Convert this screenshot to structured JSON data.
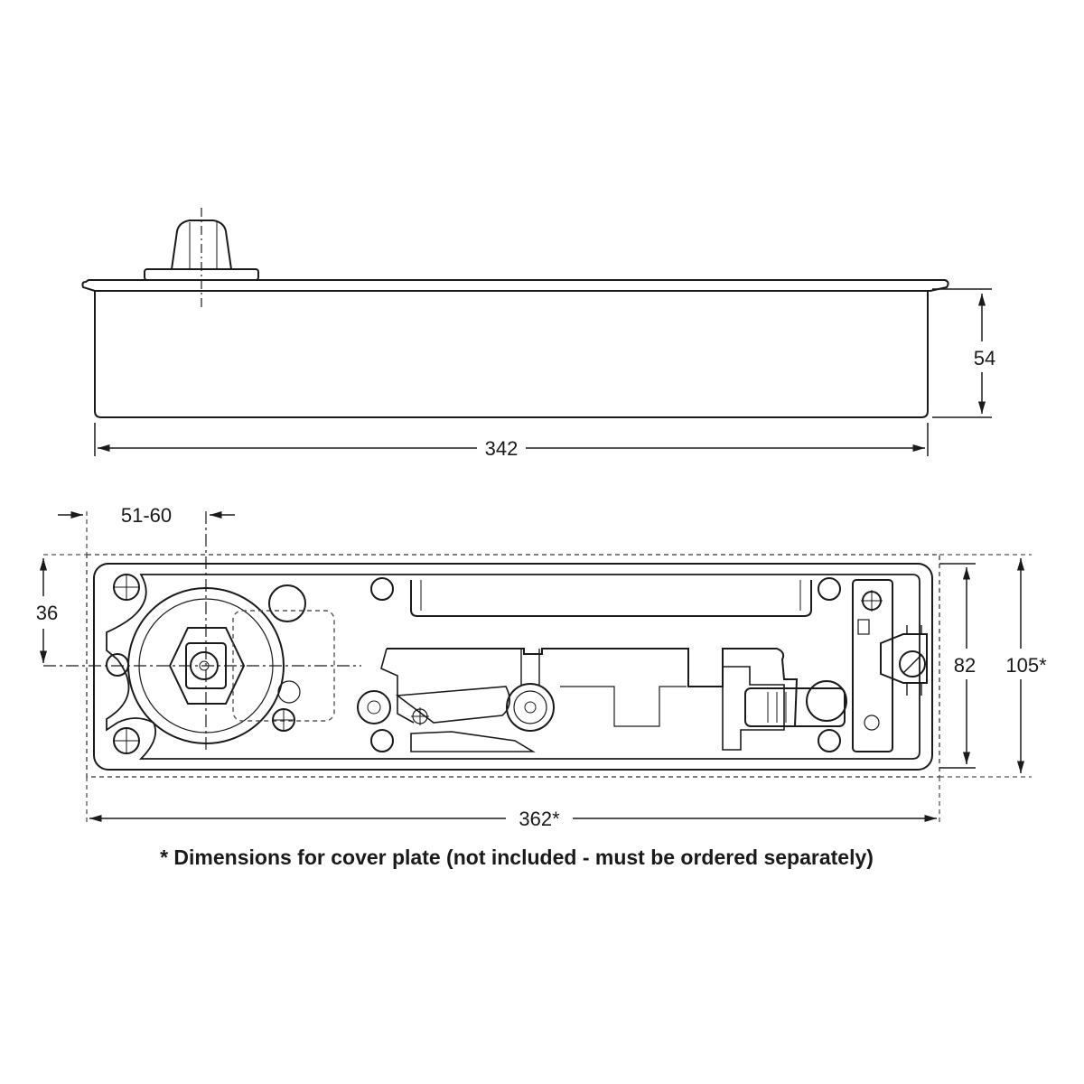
{
  "side_view": {
    "length_dim": "342",
    "height_dim": "54"
  },
  "top_view": {
    "offset_dim": "51-60",
    "center_dim": "36",
    "body_width_dim": "82",
    "plate_width_dim": "105*",
    "plate_length_dim": "362*"
  },
  "footnote": "* Dimensions for cover plate (not included - must be ordered separately)",
  "colors": {
    "line": "#1a1a1a",
    "dashed": "#555555",
    "background": "#ffffff"
  }
}
